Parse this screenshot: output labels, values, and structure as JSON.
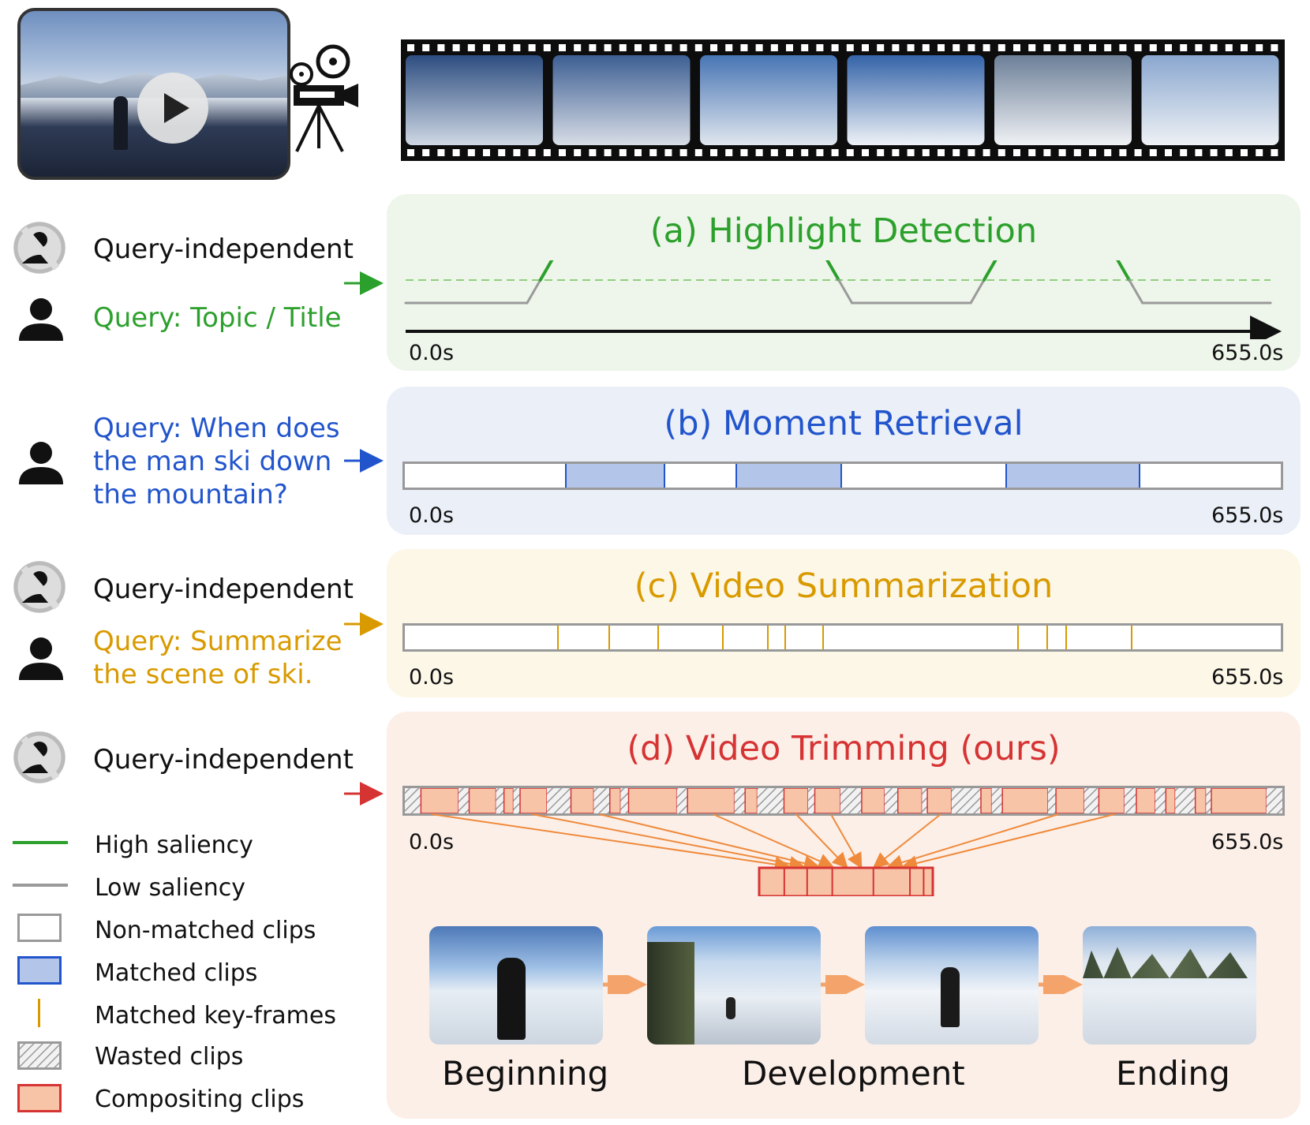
{
  "top": {
    "icons": [
      "play-icon",
      "movie-camera-icon",
      "film-strip"
    ]
  },
  "colors": {
    "green": "#2ca02c",
    "blue": "#2255cc",
    "gold": "#d99a00",
    "red": "#d63333",
    "gray": "#9a9a9a",
    "matched_fill": "#b4c5ea",
    "compositing_fill": "#f8c4a8",
    "orange_arrow": "#ef8a3c"
  },
  "queries": {
    "independent": "Query-independent",
    "topic": "Query: Topic / Title",
    "moment": [
      "Query: When does",
      "the man ski down",
      "the mountain?"
    ],
    "summarize": [
      "Query: Summarize",
      "the scene of ski."
    ]
  },
  "time_start": "0.0s",
  "time_end": "655.0s",
  "panels": {
    "a_title": "(a) Highlight Detection",
    "b_title": "(b) Moment Retrieval",
    "c_title": "(c) Video Summarization",
    "d_title": "(d) Video Trimming (ours)"
  },
  "chart_data": [
    {
      "type": "line",
      "title": "(a) Highlight Detection",
      "x_unit": "s",
      "xlim": [
        0.0,
        655.0
      ],
      "series": [
        {
          "points": [
            [
              0,
              0
            ],
            [
              92,
              0
            ],
            [
              112,
              1
            ],
            [
              318,
              1
            ],
            [
              338,
              0
            ],
            [
              428,
              0
            ],
            [
              448,
              1
            ],
            [
              538,
              1
            ],
            [
              558,
              0
            ],
            [
              655,
              0
            ]
          ]
        }
      ],
      "threshold": 0.5
    },
    {
      "type": "bar",
      "title": "(b) Moment Retrieval",
      "xlim": [
        0.0,
        655.0
      ],
      "matched_clips": [
        [
          120,
          195
        ],
        [
          247,
          327
        ],
        [
          449,
          550
        ]
      ]
    },
    {
      "type": "scatter",
      "title": "(c) Video Summarization",
      "xlim": [
        0.0,
        655.0
      ],
      "key_frames": [
        114,
        152,
        189,
        237,
        271,
        284,
        312,
        458,
        480,
        494,
        543
      ]
    },
    {
      "type": "bar",
      "title": "(d) Video Trimming (ours)",
      "xlim": [
        0.0,
        655.0
      ],
      "segments": [
        {
          "start": 0,
          "end": 12,
          "kind": "wasted"
        },
        {
          "start": 12,
          "end": 40,
          "kind": "compositing"
        },
        {
          "start": 40,
          "end": 48,
          "kind": "wasted"
        },
        {
          "start": 48,
          "end": 68,
          "kind": "compositing"
        },
        {
          "start": 68,
          "end": 74,
          "kind": "wasted"
        },
        {
          "start": 74,
          "end": 81,
          "kind": "compositing"
        },
        {
          "start": 81,
          "end": 86,
          "kind": "wasted"
        },
        {
          "start": 86,
          "end": 106,
          "kind": "compositing"
        },
        {
          "start": 106,
          "end": 124,
          "kind": "wasted"
        },
        {
          "start": 124,
          "end": 141,
          "kind": "compositing"
        },
        {
          "start": 141,
          "end": 153,
          "kind": "wasted"
        },
        {
          "start": 153,
          "end": 161,
          "kind": "compositing"
        },
        {
          "start": 161,
          "end": 167,
          "kind": "wasted"
        },
        {
          "start": 167,
          "end": 203,
          "kind": "compositing"
        },
        {
          "start": 203,
          "end": 211,
          "kind": "wasted"
        },
        {
          "start": 211,
          "end": 246,
          "kind": "compositing"
        },
        {
          "start": 246,
          "end": 254,
          "kind": "wasted"
        },
        {
          "start": 254,
          "end": 263,
          "kind": "compositing"
        },
        {
          "start": 263,
          "end": 283,
          "kind": "wasted"
        },
        {
          "start": 283,
          "end": 301,
          "kind": "compositing"
        },
        {
          "start": 301,
          "end": 306,
          "kind": "wasted"
        },
        {
          "start": 306,
          "end": 325,
          "kind": "compositing"
        },
        {
          "start": 325,
          "end": 341,
          "kind": "wasted"
        },
        {
          "start": 341,
          "end": 358,
          "kind": "compositing"
        },
        {
          "start": 358,
          "end": 368,
          "kind": "wasted"
        },
        {
          "start": 368,
          "end": 386,
          "kind": "compositing"
        },
        {
          "start": 386,
          "end": 390,
          "kind": "wasted"
        },
        {
          "start": 390,
          "end": 408,
          "kind": "compositing"
        },
        {
          "start": 408,
          "end": 430,
          "kind": "wasted"
        },
        {
          "start": 430,
          "end": 438,
          "kind": "compositing"
        },
        {
          "start": 438,
          "end": 446,
          "kind": "wasted"
        },
        {
          "start": 446,
          "end": 480,
          "kind": "compositing"
        },
        {
          "start": 480,
          "end": 486,
          "kind": "wasted"
        },
        {
          "start": 486,
          "end": 507,
          "kind": "compositing"
        },
        {
          "start": 507,
          "end": 518,
          "kind": "wasted"
        },
        {
          "start": 518,
          "end": 537,
          "kind": "compositing"
        },
        {
          "start": 537,
          "end": 546,
          "kind": "wasted"
        },
        {
          "start": 546,
          "end": 560,
          "kind": "compositing"
        },
        {
          "start": 560,
          "end": 568,
          "kind": "wasted"
        },
        {
          "start": 568,
          "end": 575,
          "kind": "compositing"
        },
        {
          "start": 575,
          "end": 590,
          "kind": "wasted"
        },
        {
          "start": 590,
          "end": 598,
          "kind": "compositing"
        },
        {
          "start": 598,
          "end": 602,
          "kind": "wasted"
        },
        {
          "start": 602,
          "end": 643,
          "kind": "compositing"
        },
        {
          "start": 643,
          "end": 655,
          "kind": "wasted"
        }
      ],
      "selected_clips": [
        20,
        95,
        145,
        230,
        292,
        318,
        400,
        488,
        530
      ],
      "composited_segments": 7
    }
  ],
  "story": {
    "stages": [
      "Beginning",
      "Development",
      "Ending"
    ]
  },
  "legend": [
    {
      "label": "High saliency",
      "kind": "line-green"
    },
    {
      "label": "Low saliency",
      "kind": "line-gray"
    },
    {
      "label": "Non-matched clips",
      "kind": "box-white"
    },
    {
      "label": "Matched clips",
      "kind": "box-blue"
    },
    {
      "label": "Matched key-frames",
      "kind": "tick-gold"
    },
    {
      "label": "Wasted clips",
      "kind": "box-hatch"
    },
    {
      "label": "Compositing clips",
      "kind": "box-salmon"
    }
  ]
}
